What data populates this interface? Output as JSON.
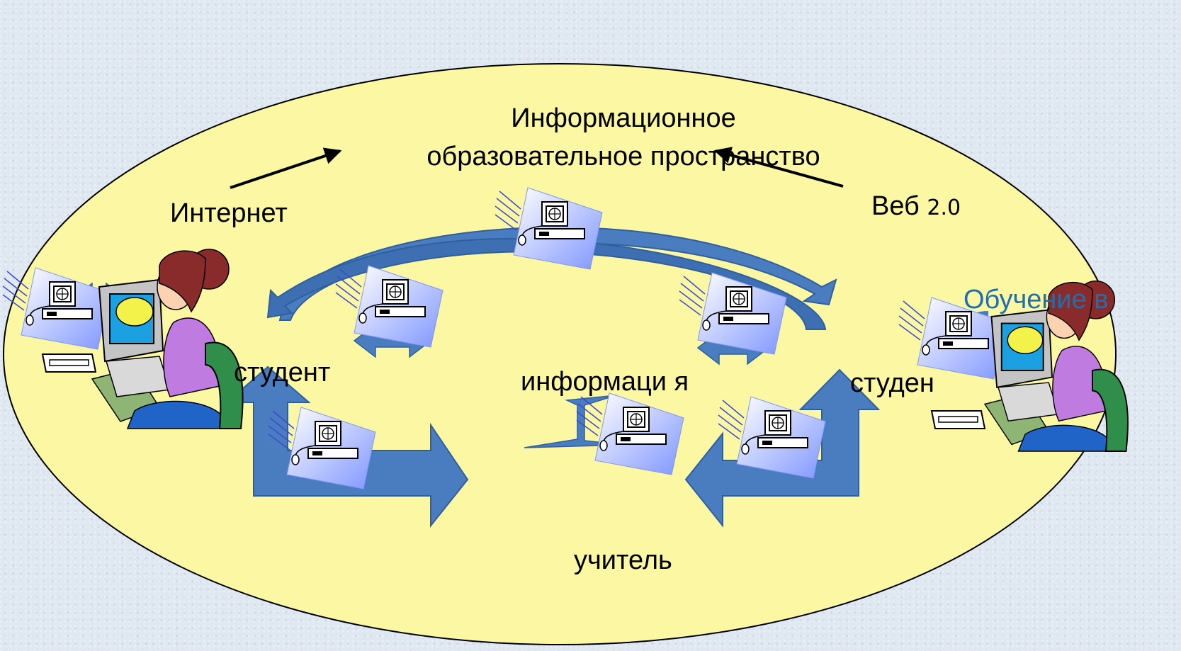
{
  "diagram": {
    "title": "Информационное образовательное пространство",
    "internet_label": "Интернет",
    "web_label": "Веб",
    "web_version": "2.0",
    "student_left_label": "студент",
    "information_label": "информаци я",
    "student_right_label": "студен",
    "teacher_label": "учитель",
    "elearning_label": "Обучение в"
  },
  "colors": {
    "ellipse_fill": "#fbf7a3",
    "arrow_blue": "#4a7dbf",
    "arrow_dark": "#2f5f9e",
    "elearning_text": "#1f6fb0",
    "background": "#dfe7f1"
  }
}
